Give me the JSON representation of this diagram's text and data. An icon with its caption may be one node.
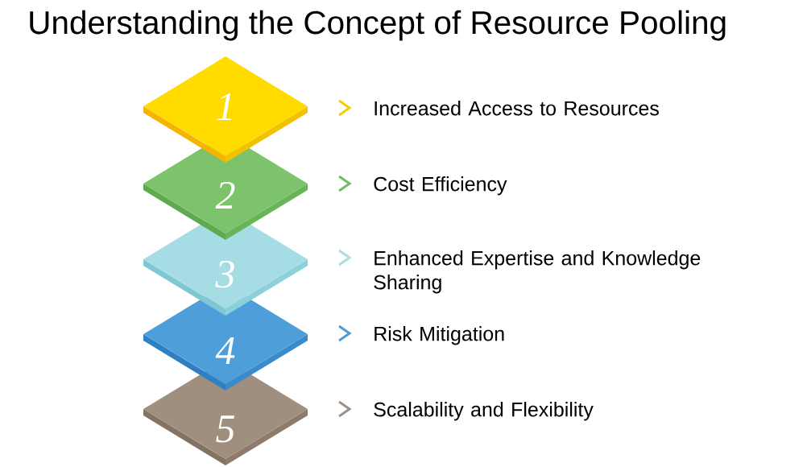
{
  "diagram": {
    "title": "Understanding the Concept of Resource Pooling",
    "nodes": [
      {
        "text": [
          "1"
        ],
        "beside": [
          "Increased Access to Resources"
        ]
      },
      {
        "text": [
          "2"
        ],
        "beside": [
          "Cost Efficiency"
        ]
      },
      {
        "text": [
          "3"
        ],
        "beside": [
          "Enhanced Expertise and Knowledge Sharing"
        ]
      },
      {
        "text": [
          "4"
        ],
        "beside": [
          "Risk Mitigation"
        ]
      },
      {
        "text": [
          "5"
        ],
        "beside": [
          "Scalability and Flexibility"
        ]
      }
    ]
  }
}
